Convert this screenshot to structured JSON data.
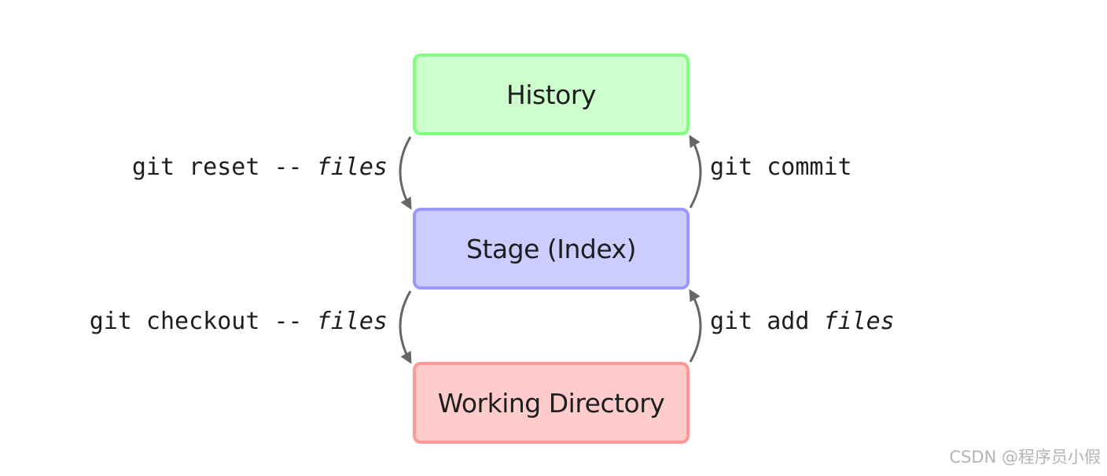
{
  "boxes": {
    "history": {
      "label": "History",
      "fill": "#ccffcc",
      "border": "#80ff80"
    },
    "stage": {
      "label": "Stage (Index)",
      "fill": "#ccccff",
      "border": "#9999ff"
    },
    "working": {
      "label": "Working Directory",
      "fill": "#ffcccc",
      "border": "#ff9999"
    }
  },
  "commands": {
    "reset": {
      "cmd": "git reset --",
      "arg": "files"
    },
    "checkout": {
      "cmd": "git checkout --",
      "arg": "files"
    },
    "commit": {
      "cmd": "git commit",
      "arg": ""
    },
    "add": {
      "cmd": "git add",
      "arg": "files"
    }
  },
  "arrow_color": "#666666",
  "watermark": "CSDN @程序员小假"
}
